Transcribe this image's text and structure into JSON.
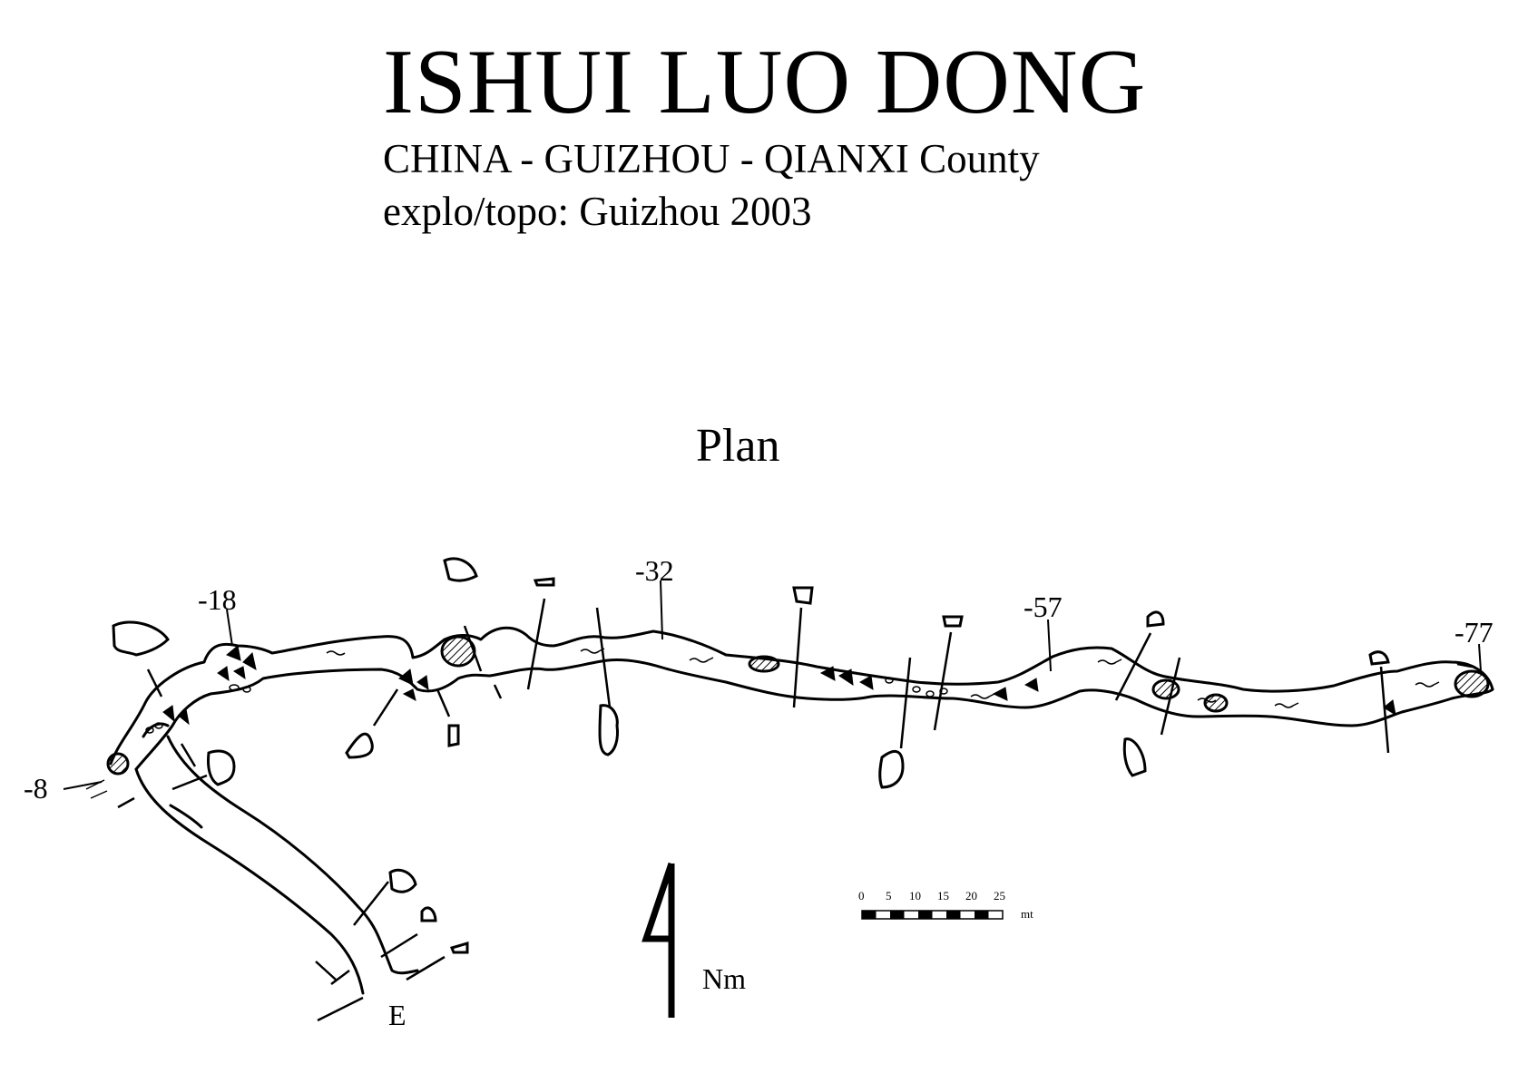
{
  "title": "ISHUI LUO DONG",
  "subtitle": "CHINA - GUIZHOU - QIANXI County",
  "credits": "explo/topo: Guizhou 2003",
  "view_label": "Plan",
  "depths": [
    "-8",
    "-18",
    "-32",
    "-57",
    "-77"
  ],
  "entrance_label": "E",
  "north_label": "Nm",
  "scale": {
    "ticks": [
      "0",
      "5",
      "10",
      "15",
      "20",
      "25"
    ],
    "unit": "mt"
  },
  "colors": {
    "ink": "#000000",
    "paper": "#ffffff"
  }
}
